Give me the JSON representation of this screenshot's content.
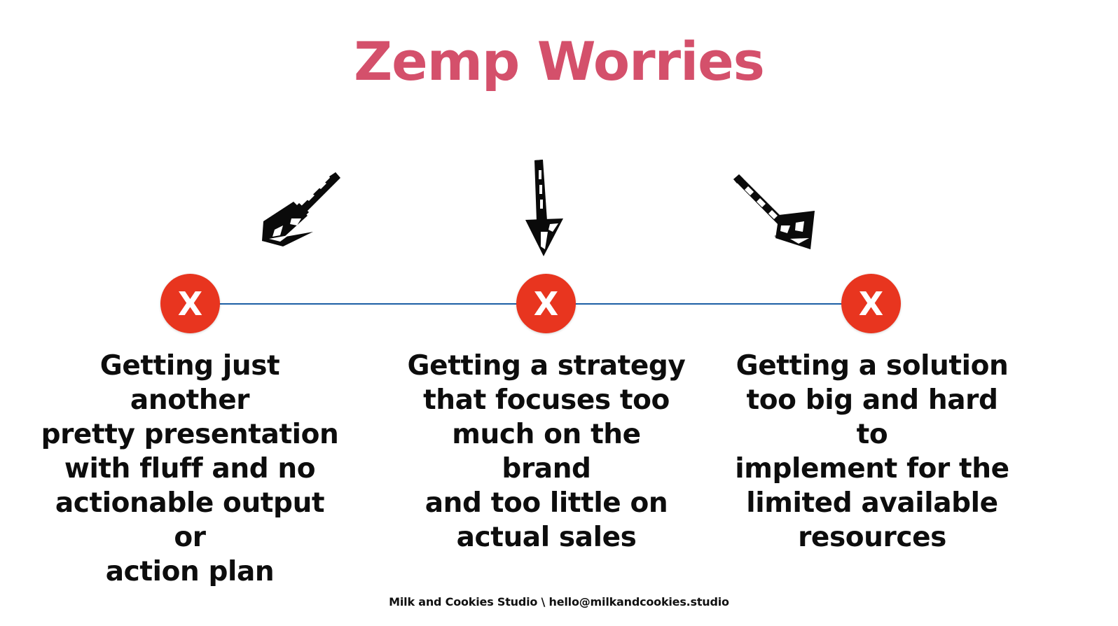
{
  "slide": {
    "title": "Zemp Worries",
    "background_color": "#ffffff",
    "title_color": "#d4506b",
    "marker_color": "#e8351f",
    "line_color": "#1c5fa5",
    "text_color": "#0d0d0d"
  },
  "markers": [
    {
      "label": "X",
      "name": "x-marker-1"
    },
    {
      "label": "X",
      "name": "x-marker-2"
    },
    {
      "label": "X",
      "name": "x-marker-3"
    }
  ],
  "arrows": [
    {
      "name": "hand-drawn-arrow-down-left",
      "direction": "down-left"
    },
    {
      "name": "hand-drawn-arrow-down",
      "direction": "down"
    },
    {
      "name": "hand-drawn-arrow-down-right",
      "direction": "down-right"
    }
  ],
  "columns": [
    {
      "id": "worry-1",
      "text": "Getting just another pretty presentation with fluff and no actionable output or action plan",
      "lines": [
        "Getting just another",
        "pretty presentation",
        "with fluff and no",
        "actionable output or",
        "action plan"
      ]
    },
    {
      "id": "worry-2",
      "text": "Getting a strategy that focuses too much on the brand and too little on actual sales",
      "lines": [
        "Getting a strategy",
        "that focuses too",
        "much on the brand",
        "and too little on",
        "actual sales"
      ]
    },
    {
      "id": "worry-3",
      "text": "Getting a solution too big and hard to implement for the limited available resources",
      "lines": [
        "Getting a solution",
        "too big and hard to",
        "implement for the",
        "limited available",
        "resources"
      ]
    }
  ],
  "footer": {
    "text": "Milk and Cookies Studio \\ hello@milkandcookies.studio"
  }
}
